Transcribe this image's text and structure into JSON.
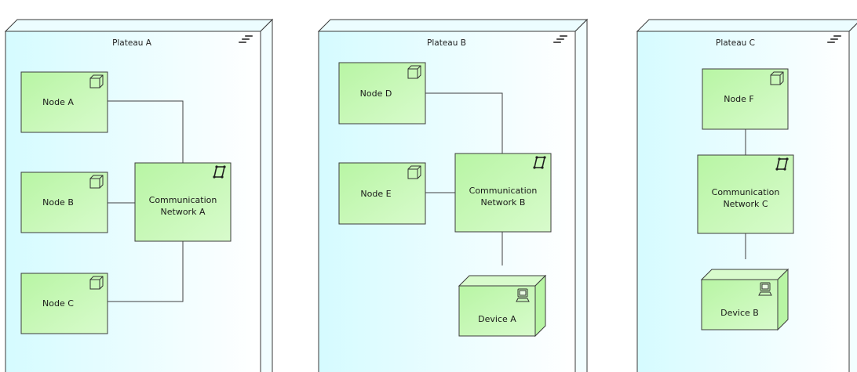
{
  "colors": {
    "plateau_fill_light": "#d5fbff",
    "plateau_fill_white": "#ffffff",
    "plateau_stroke": "#3a3a3a",
    "element_fill": "#b8f5a4",
    "element_fill_light": "#d8fbcc",
    "element_stroke": "#3d3d3d",
    "connector": "#404040",
    "text": "#1a1a1a"
  },
  "plateaus": [
    {
      "id": "plateau-a",
      "title": "Plateau A",
      "icon": "plateau-icon"
    },
    {
      "id": "plateau-b",
      "title": "Plateau B",
      "icon": "plateau-icon"
    },
    {
      "id": "plateau-c",
      "title": "Plateau C",
      "icon": "plateau-icon"
    }
  ],
  "elements": [
    {
      "id": "node-a",
      "kind": "node",
      "label": "Node A",
      "icon": "node-icon"
    },
    {
      "id": "node-b",
      "kind": "node",
      "label": "Node B",
      "icon": "node-icon"
    },
    {
      "id": "node-c",
      "kind": "node",
      "label": "Node C",
      "icon": "node-icon"
    },
    {
      "id": "comm-network-a",
      "kind": "network",
      "label": "Communication Network A",
      "icon": "network-icon"
    },
    {
      "id": "node-d",
      "kind": "node",
      "label": "Node D",
      "icon": "node-icon"
    },
    {
      "id": "node-e",
      "kind": "node",
      "label": "Node E",
      "icon": "node-icon"
    },
    {
      "id": "comm-network-b",
      "kind": "network",
      "label": "Communication Network B",
      "icon": "network-icon"
    },
    {
      "id": "device-a",
      "kind": "device",
      "label": "Device A",
      "icon": "device-icon"
    },
    {
      "id": "node-f",
      "kind": "node",
      "label": "Node F",
      "icon": "node-icon"
    },
    {
      "id": "comm-network-c",
      "kind": "network",
      "label": "Communication Network C",
      "icon": "network-icon"
    },
    {
      "id": "device-b",
      "kind": "device",
      "label": "Device B",
      "icon": "device-icon"
    }
  ],
  "connections": [
    {
      "from": "node-a",
      "to": "comm-network-a"
    },
    {
      "from": "node-b",
      "to": "comm-network-a"
    },
    {
      "from": "node-c",
      "to": "comm-network-a"
    },
    {
      "from": "node-d",
      "to": "comm-network-b"
    },
    {
      "from": "node-e",
      "to": "comm-network-b"
    },
    {
      "from": "comm-network-b",
      "to": "device-a"
    },
    {
      "from": "node-f",
      "to": "comm-network-c"
    },
    {
      "from": "comm-network-c",
      "to": "device-b"
    }
  ]
}
